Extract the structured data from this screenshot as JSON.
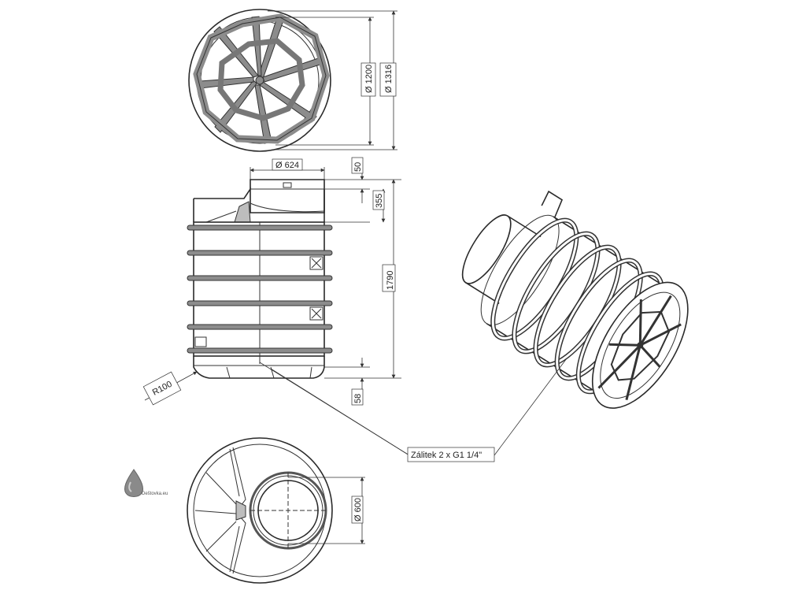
{
  "dimensions": {
    "d1200": "Ø 1200",
    "d1316": "Ø 1316",
    "d624": "Ø 624",
    "h50": "50",
    "h355": "355",
    "h1790": "1790",
    "h58": "58",
    "r100": "R100",
    "d600": "Ø 600"
  },
  "callout": {
    "label": "Zálitek 2 x G1 1/4\""
  },
  "logo": {
    "name": "droplet-logo",
    "text": "Deštovka.eu"
  }
}
